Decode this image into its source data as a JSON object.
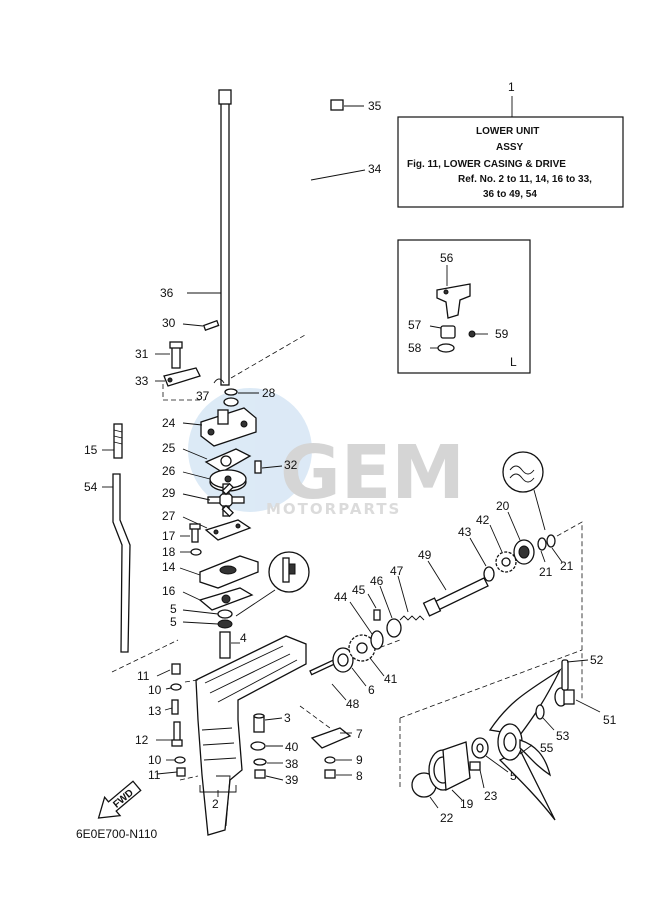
{
  "info_box": {
    "ref": "1",
    "line1": "LOWER UNIT",
    "line2": "ASSY",
    "line3": "Fig. 11, LOWER CASING & DRIVE",
    "line4": "Ref. No. 2 to 11, 14, 16 to 33,",
    "line5": "36 to 49, 54"
  },
  "inset": {
    "corner": "L"
  },
  "watermark": {
    "brand": "GEM",
    "sub": "MOTORPARTS"
  },
  "fwd": "FWD",
  "diagram_code": "6E0E700-N110",
  "callouts": {
    "c2": "2",
    "c3": "3",
    "c4": "4",
    "c5a": "5",
    "c5b": "5",
    "c6": "6",
    "c7": "7",
    "c8": "8",
    "c9": "9",
    "c10a": "10",
    "c10b": "10",
    "c11a": "11",
    "c11b": "11",
    "c12": "12",
    "c13": "13",
    "c14": "14",
    "c15": "15",
    "c16": "16",
    "c17": "17",
    "c18": "18",
    "c19": "19",
    "c20": "20",
    "c21a": "21",
    "c21b": "21",
    "c22": "22",
    "c23": "23",
    "c24": "24",
    "c25": "25",
    "c26": "26",
    "c27": "27",
    "c28": "28",
    "c29": "29",
    "c30": "30",
    "c31": "31",
    "c32": "32",
    "c33": "33",
    "c34": "34",
    "c35": "35",
    "c36": "36",
    "c37": "37",
    "c38": "38",
    "c39": "39",
    "c40": "40",
    "c41": "41",
    "c42": "42",
    "c43": "43",
    "c44": "44",
    "c45": "45",
    "c46": "46",
    "c47": "47",
    "c48": "48",
    "c49": "49",
    "c50": "50",
    "c51": "51",
    "c52": "52",
    "c53": "53",
    "c54": "54",
    "c55": "55",
    "c56": "56",
    "c57": "57",
    "c58": "58",
    "c59": "59"
  }
}
